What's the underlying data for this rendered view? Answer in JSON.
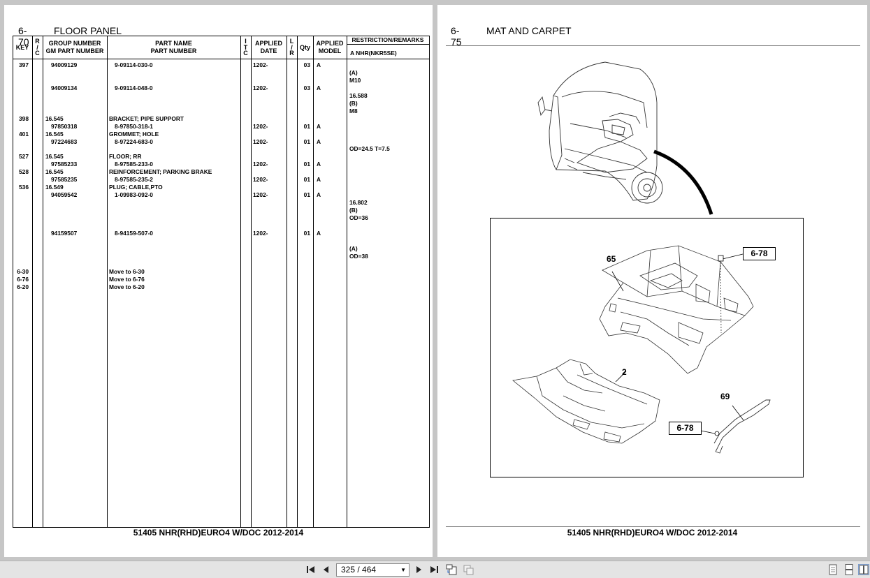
{
  "left_page": {
    "section_num": "6-70",
    "section_title": "FLOOR PANEL",
    "footer": "51405 NHR(RHD)EURO4 W/DOC 2012-2014",
    "headers": {
      "key": "KEY",
      "rc": "R\n/\nC",
      "group": "GROUP NUMBER\nGM PART NUMBER",
      "partname": "PART NAME\nPART NUMBER",
      "itc": "I\nT\nC",
      "date": "APPLIED\nDATE",
      "lr": "L\n/\nR",
      "qty": "Qty",
      "model": "APPLIED\nMODEL",
      "remarks": "RESTRICTION/REMARKS",
      "remarks_sub": "A NHR(NKR5SE)"
    },
    "rows": [
      {
        "key": "397",
        "group": "94009129",
        "name": "9-09114-030-0",
        "date": "1202-",
        "qty": "03",
        "model": "A"
      },
      {
        "remarks": "(A)"
      },
      {
        "remarks": "M10"
      },
      {
        "group": "94009134",
        "name": "9-09114-048-0",
        "date": "1202-",
        "qty": "03",
        "model": "A"
      },
      {
        "remarks": "16.588"
      },
      {
        "remarks": "(B)"
      },
      {
        "remarks": "M8"
      },
      {
        "key": "398",
        "group": "16.545",
        "name": "BRACKET; PIPE SUPPORT"
      },
      {
        "group": "97850318",
        "name": "8-97850-318-1",
        "date": "1202-",
        "qty": "01",
        "model": "A"
      },
      {
        "key": "401",
        "group": "16.545",
        "name": "GROMMET; HOLE"
      },
      {
        "group": "97224683",
        "name": "8-97224-683-0",
        "date": "1202-",
        "qty": "01",
        "model": "A"
      },
      {
        "remarks": "OD=24.5 T=7.5"
      },
      {
        "key": "527",
        "group": "16.545",
        "name": "FLOOR; RR"
      },
      {
        "group": "97585233",
        "name": "8-97585-233-0",
        "date": "1202-",
        "qty": "01",
        "model": "A"
      },
      {
        "key": "528",
        "group": "16.545",
        "name": "REINFORCEMENT; PARKING BRAKE"
      },
      {
        "group": "97585235",
        "name": "8-97585-235-2",
        "date": "1202-",
        "qty": "01",
        "model": "A"
      },
      {
        "key": "536",
        "group": "16.549",
        "name": "PLUG; CABLE,PTO"
      },
      {
        "group": "94059542",
        "name": "1-09983-092-0",
        "date": "1202-",
        "qty": "01",
        "model": "A"
      },
      {
        "remarks": "16.802"
      },
      {
        "remarks": "(B)"
      },
      {
        "remarks": "OD=36"
      },
      {},
      {
        "group": "94159507",
        "name": "8-94159-507-0",
        "date": "1202-",
        "qty": "01",
        "model": "A"
      },
      {},
      {
        "remarks": "(A)"
      },
      {
        "remarks": "OD=38"
      },
      {},
      {
        "key": "6-30",
        "name": "Move to 6-30"
      },
      {
        "key": "6-76",
        "name": "Move to 6-76"
      },
      {
        "key": "6-20",
        "name": "Move to 6-20"
      }
    ]
  },
  "right_page": {
    "section_num": "6-75",
    "section_title": "MAT AND CARPET",
    "footer": "51405 NHR(RHD)EURO4 W/DOC 2012-2014",
    "callouts": {
      "ref_top": "6-78",
      "ref_bottom": "6-78",
      "part_65": "65",
      "part_2": "2",
      "part_69": "69"
    }
  },
  "toolbar": {
    "page_indicator": "325 / 464",
    "icons": [
      "first-page-icon",
      "prev-page-icon",
      "next-page-icon",
      "last-page-icon",
      "rotate-icon",
      "copy-icon",
      "single-page-view-icon",
      "continuous-view-icon",
      "facing-view-icon"
    ]
  }
}
